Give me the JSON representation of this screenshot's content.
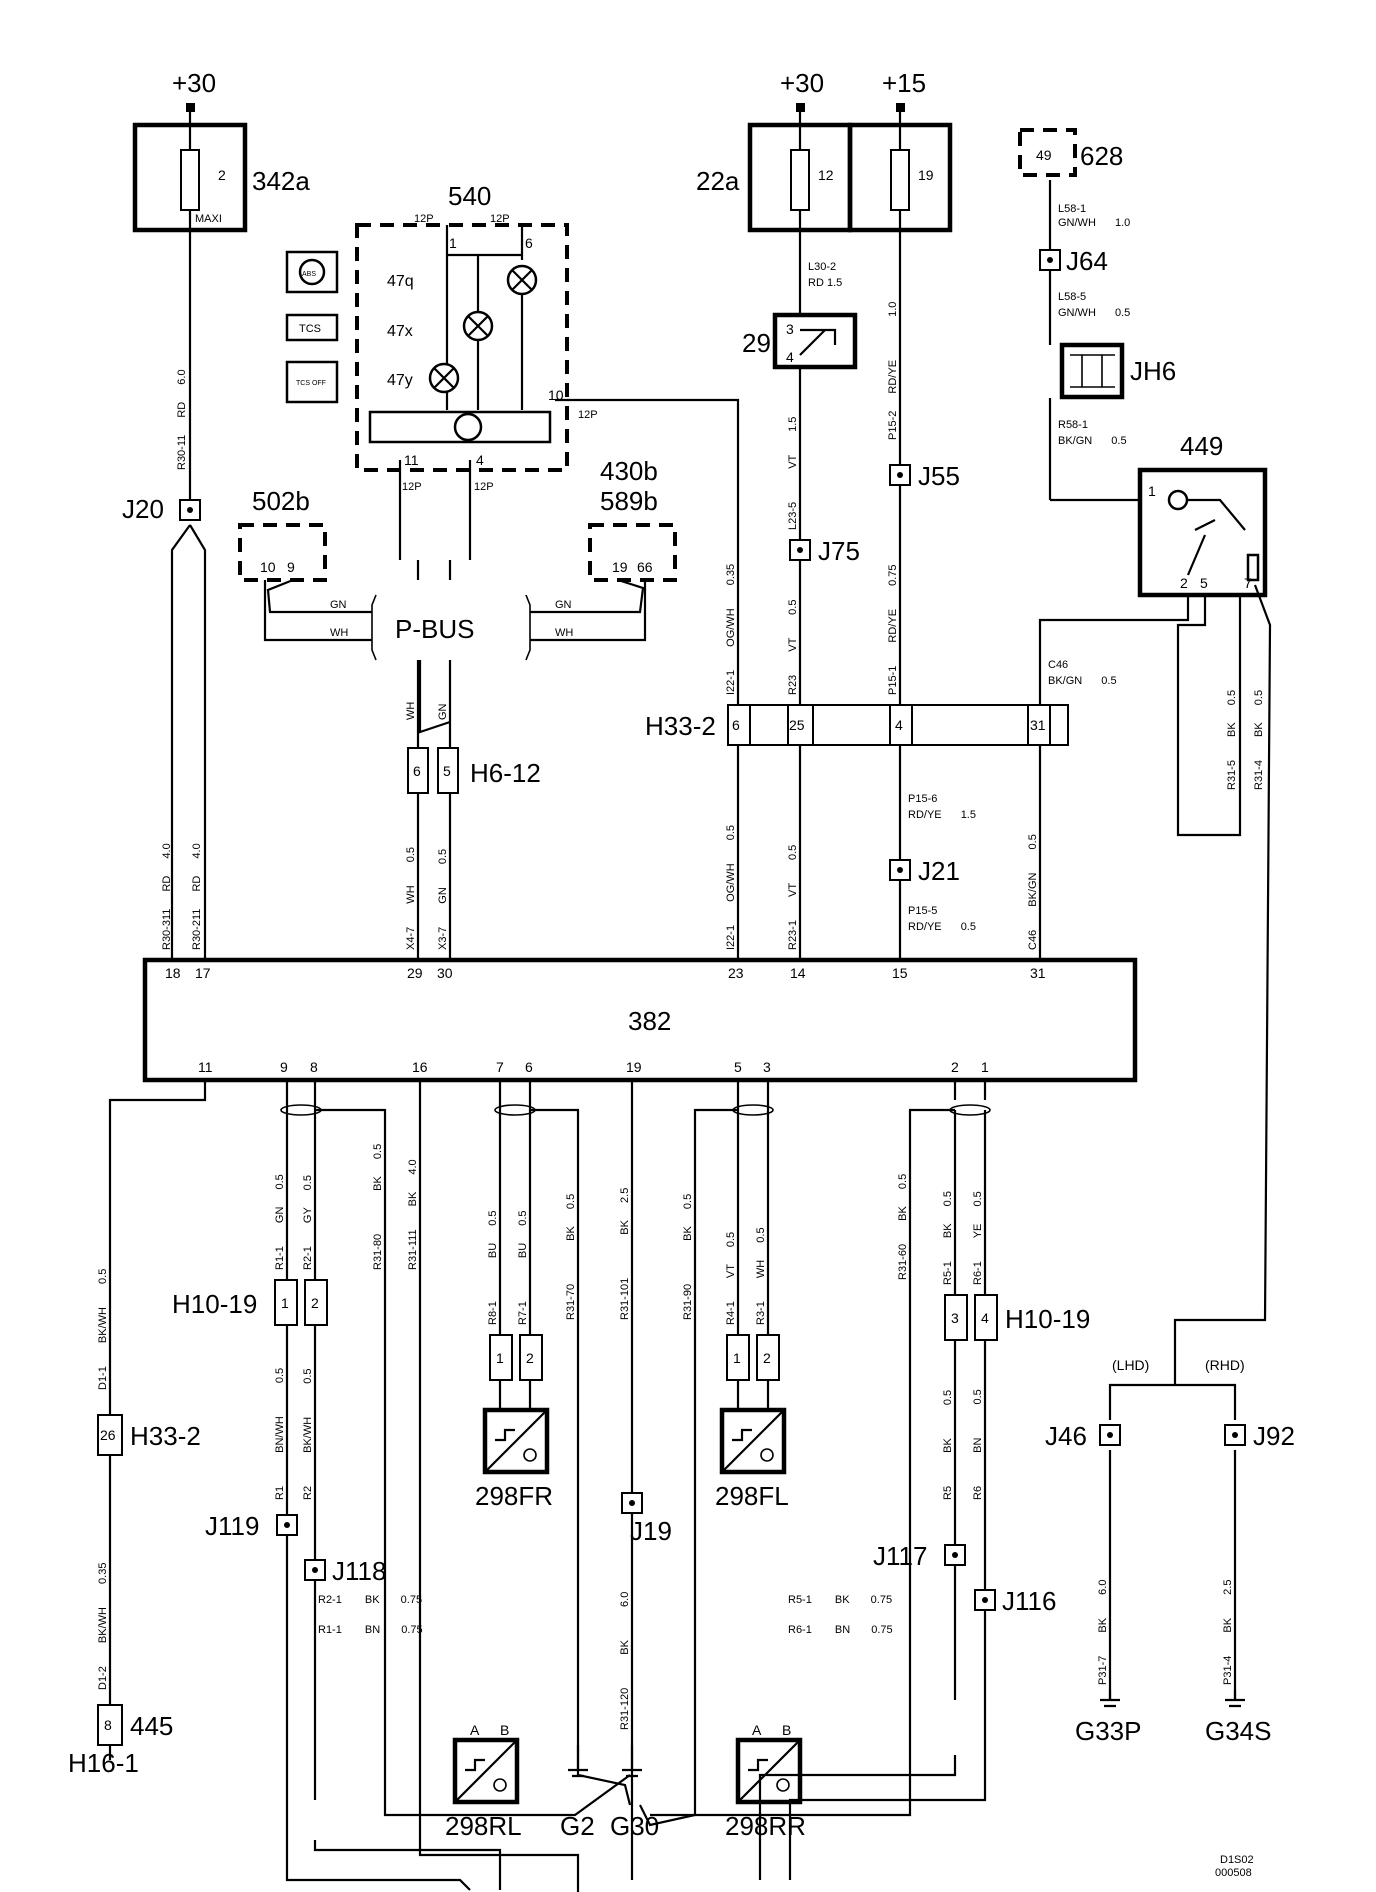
{
  "supplies": {
    "plus30_a": "+30",
    "plus30_b": "+30",
    "plus15": "+15"
  },
  "fuse_boxes": {
    "f342a": {
      "id": "342a",
      "fuse": "2",
      "rating": "MAXI"
    },
    "f22a": {
      "id": "22a",
      "fuse1": "12",
      "fuse2": "19"
    },
    "f628": {
      "id": "628",
      "pin": "49"
    }
  },
  "module_540": {
    "id": "540",
    "lamps": [
      "47q",
      "47x",
      "47y"
    ],
    "pins": {
      "p1": "1",
      "p6": "6",
      "p10": "10",
      "p11": "11",
      "p4": "4",
      "p12a": "12P",
      "p12b": "12P",
      "p12c": "12P",
      "p12d": "12P",
      "p12e": "12P"
    },
    "indicators": [
      "ABS",
      "TCS",
      "TCS OFF"
    ]
  },
  "connectors": {
    "c502b": {
      "id": "502b",
      "pins": [
        "10",
        "9"
      ]
    },
    "c430b": {
      "id": "430b"
    },
    "c589b": {
      "id": "589b",
      "pins": [
        "19",
        "66"
      ]
    },
    "h6_12": {
      "id": "H6-12",
      "pins": [
        "6",
        "5"
      ]
    },
    "h33_2_top": {
      "id": "H33-2",
      "pins": [
        "6",
        "25",
        "4",
        "31"
      ]
    },
    "h33_2_left": {
      "id": "H33-2",
      "pin": "26"
    },
    "h10_19_left": {
      "id": "H10-19",
      "pins": [
        "1",
        "2"
      ]
    },
    "h10_19_right": {
      "id": "H10-19",
      "pins": [
        "3",
        "4"
      ]
    },
    "h16_1": {
      "id": "H16-1",
      "pin": "8",
      "label": "445"
    },
    "jh6": {
      "id": "JH6"
    },
    "c298fr": {
      "pins": [
        "1",
        "2"
      ]
    },
    "c298fl": {
      "pins": [
        "1",
        "2"
      ]
    }
  },
  "pbus": {
    "label": "P-BUS",
    "left_gn": "GN",
    "left_wh": "WH",
    "right_gn": "GN",
    "right_wh": "WH"
  },
  "component_29": {
    "id": "29",
    "pins": [
      "3",
      "4"
    ]
  },
  "component_449": {
    "id": "449",
    "pins": [
      "1",
      "2",
      "5",
      "7"
    ]
  },
  "ecu_382": {
    "id": "382",
    "top_pins": [
      "18",
      "17",
      "29",
      "30",
      "23",
      "14",
      "15",
      "31"
    ],
    "bottom_pins": [
      "11",
      "9",
      "8",
      "16",
      "7",
      "6",
      "19",
      "5",
      "3",
      "2",
      "1"
    ]
  },
  "splices": {
    "j20": "J20",
    "j64": "J64",
    "j55": "J55",
    "j75": "J75",
    "j21": "J21",
    "j19": "J19",
    "j119": "J119",
    "j118": "J118",
    "j117": "J117",
    "j116": "J116",
    "j46": "J46",
    "j92": "J92"
  },
  "sensors": {
    "fr": "298FR",
    "fl": "298FL",
    "rl": "298RL",
    "rr": "298RR",
    "pin_a": "A",
    "pin_b": "B"
  },
  "grounds": {
    "g2": "G2",
    "g30": "G30",
    "g33p": "G33P",
    "g34s": "G34S"
  },
  "variants": {
    "lhd": "(LHD)",
    "rhd": "(RHD)"
  },
  "wire_labels": {
    "r30_11": [
      "R30-11",
      "RD",
      "6.0"
    ],
    "r30_311": [
      "R30-311",
      "RD",
      "4.0"
    ],
    "r30_211": [
      "R30-211",
      "RD",
      "4.0"
    ],
    "l30_2": [
      "L30-2",
      "RD",
      "1.5"
    ],
    "l30_1": [
      "L23-5",
      "VT",
      "1.5"
    ],
    "p15_2": [
      "P15-2",
      "RD/YE",
      "1.0"
    ],
    "l58_1": [
      "L58-1",
      "GN/WH",
      "1.0"
    ],
    "l58_5": [
      "L58-5",
      "GN/WH",
      "0.5"
    ],
    "r58_1": [
      "R58-1",
      "BK/GN",
      "0.5"
    ],
    "i22_1_top": [
      "I22-1",
      "OG/WH",
      "0.35"
    ],
    "r23": [
      "R23",
      "VT",
      "0.5"
    ],
    "p15_1": [
      "P15-1",
      "RD/YE",
      "0.75"
    ],
    "c46_top": [
      "C46",
      "BK/GN",
      "0.5"
    ],
    "r31_5": [
      "R31-5",
      "BK",
      "0.5"
    ],
    "r31_4": [
      "R31-4",
      "BK",
      "0.5"
    ],
    "p15_6": [
      "P15-6",
      "RD/YE",
      "1.5"
    ],
    "p15_5": [
      "P15-5",
      "RD/YE",
      "0.5"
    ],
    "i22_1_bot": [
      "I22-1",
      "OG/WH",
      "0.5"
    ],
    "r23_1": [
      "R23-1",
      "VT",
      "0.5"
    ],
    "c46_bot": [
      "C46",
      "BK/GN",
      "0.5"
    ],
    "x4_7": [
      "X4-7",
      "WH",
      "0.5"
    ],
    "x3_7": [
      "X3-7",
      "GN",
      "0.5"
    ],
    "h6_wh": "WH",
    "h6_gn": "GN",
    "d1_1": [
      "D1-1",
      "BK/WH",
      "0.5"
    ],
    "d1_2": [
      "D1-2",
      "BK/WH",
      "0.35"
    ],
    "r1_1": [
      "R1-1",
      "GN",
      "0.5"
    ],
    "r2_1": [
      "R2-1",
      "GY",
      "0.5"
    ],
    "r31_80": [
      "R31-80",
      "BK",
      "0.5"
    ],
    "r31_111": [
      "R31-111",
      "BK",
      "4.0"
    ],
    "r8_1": [
      "R8-1",
      "BU",
      "0.5"
    ],
    "r7_1": [
      "R7-1",
      "BU",
      "0.5"
    ],
    "r31_70": [
      "R31-70",
      "BK",
      "0.5"
    ],
    "r31_101": [
      "R31-101",
      "BK",
      "2.5"
    ],
    "r31_90": [
      "R31-90",
      "BK",
      "0.5"
    ],
    "r4_1": [
      "R4-1",
      "VT",
      "0.5"
    ],
    "r3_1": [
      "R3-1",
      "WH",
      "0.5"
    ],
    "r31_60": [
      "R31-60",
      "BK",
      "0.5"
    ],
    "r5_1": [
      "R5-1",
      "BK",
      "0.5"
    ],
    "r6_1": [
      "R6-1",
      "YE",
      "0.5"
    ],
    "r1": [
      "R1",
      "BN/WH",
      "0.5"
    ],
    "r2": [
      "R2",
      "BK/WH",
      "0.5"
    ],
    "r5": [
      "R5",
      "BK",
      "0.5"
    ],
    "r6": [
      "R6",
      "BN",
      "0.5"
    ],
    "r2_1b": [
      "R2-1",
      "BK",
      "0.75"
    ],
    "r1_1b": [
      "R1-1",
      "BN",
      "0.75"
    ],
    "r5_1b": [
      "R5-1",
      "BK",
      "0.75"
    ],
    "r6_1b": [
      "R6-1",
      "BN",
      "0.75"
    ],
    "r31_120": [
      "R31-120",
      "BK",
      "6.0"
    ],
    "p31_7": [
      "P31-7",
      "BK",
      "6.0"
    ],
    "p31_4": [
      "P31-4",
      "BK",
      "2.5"
    ]
  },
  "footer": {
    "line1": "D1S02",
    "line2": "000508"
  }
}
